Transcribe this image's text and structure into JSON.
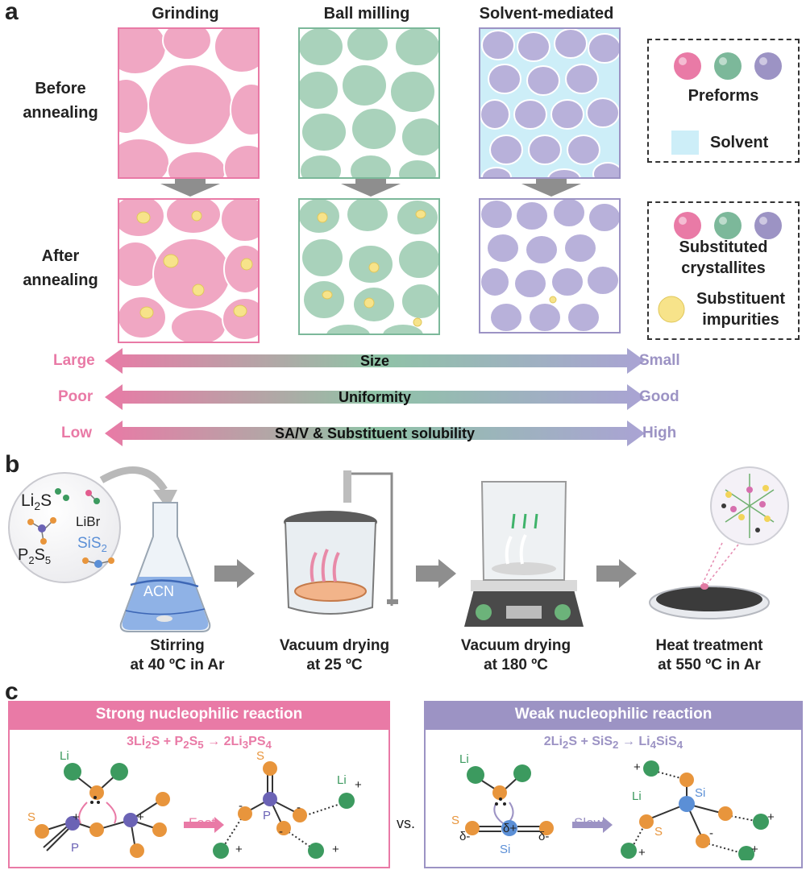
{
  "panel_a": {
    "letter": "a",
    "columns": [
      "Grinding",
      "Ball milling",
      "Solvent-mediated"
    ],
    "rows": [
      "Before\nannealing",
      "After\nannealing"
    ],
    "legend_top": {
      "preforms": "Preforms",
      "solvent": "Solvent"
    },
    "legend_bottom": {
      "substituted": "Substituted\ncrystallites",
      "impurities": "Substituent\nimpurities"
    },
    "scales": [
      {
        "left": "Large",
        "center": "Size",
        "right": "Small"
      },
      {
        "left": "Poor",
        "center": "Uniformity",
        "right": "Good"
      },
      {
        "left": "Low",
        "center": "SA/V & Substituent solubility",
        "right": "High"
      }
    ],
    "colors": {
      "pink": "#e97aa6",
      "green": "#7cb89a",
      "purple": "#9c93c4",
      "solvent": "#cdeef8",
      "impurity": "#f7e38a"
    }
  },
  "panel_b": {
    "letter": "b",
    "reagents": [
      "Li",
      "S",
      "LiBr",
      "SiS",
      "P",
      "S",
      "2",
      "2",
      "5"
    ],
    "flask_label": "ACN",
    "steps": [
      "Stirring\nat 40 ºC in Ar",
      "Vacuum drying\nat 25 ºC",
      "Vacuum drying\nat 180 ºC",
      "Heat treatment\nat 550 ºC in Ar"
    ]
  },
  "panel_c": {
    "letter": "c",
    "left_header": "Strong nucleophilic reaction",
    "right_header": "Weak nucleophilic reaction",
    "left_eq": [
      "3Li",
      "2",
      "S + P",
      "2",
      "S",
      "5",
      " → 2Li",
      "3",
      "PS",
      "4"
    ],
    "right_eq": [
      "2Li",
      "2",
      "S + SiS",
      "2",
      " → Li",
      "4",
      "SiS",
      "4"
    ],
    "left_rate": "Fast",
    "right_rate": "Slow",
    "vs": "vs.",
    "atoms": {
      "li": "Li",
      "s": "S",
      "p": "P",
      "si": "Si",
      "plus": "+",
      "minus": "-",
      "delta_plus": "δ+",
      "delta_minus": "δ-"
    },
    "colors": {
      "pink_header": "#e97aa6",
      "purple_header": "#9c93c4",
      "li": "#3c9a5f",
      "s": "#e8953c",
      "p": "#6b63b5",
      "si": "#5b8fd6"
    }
  }
}
